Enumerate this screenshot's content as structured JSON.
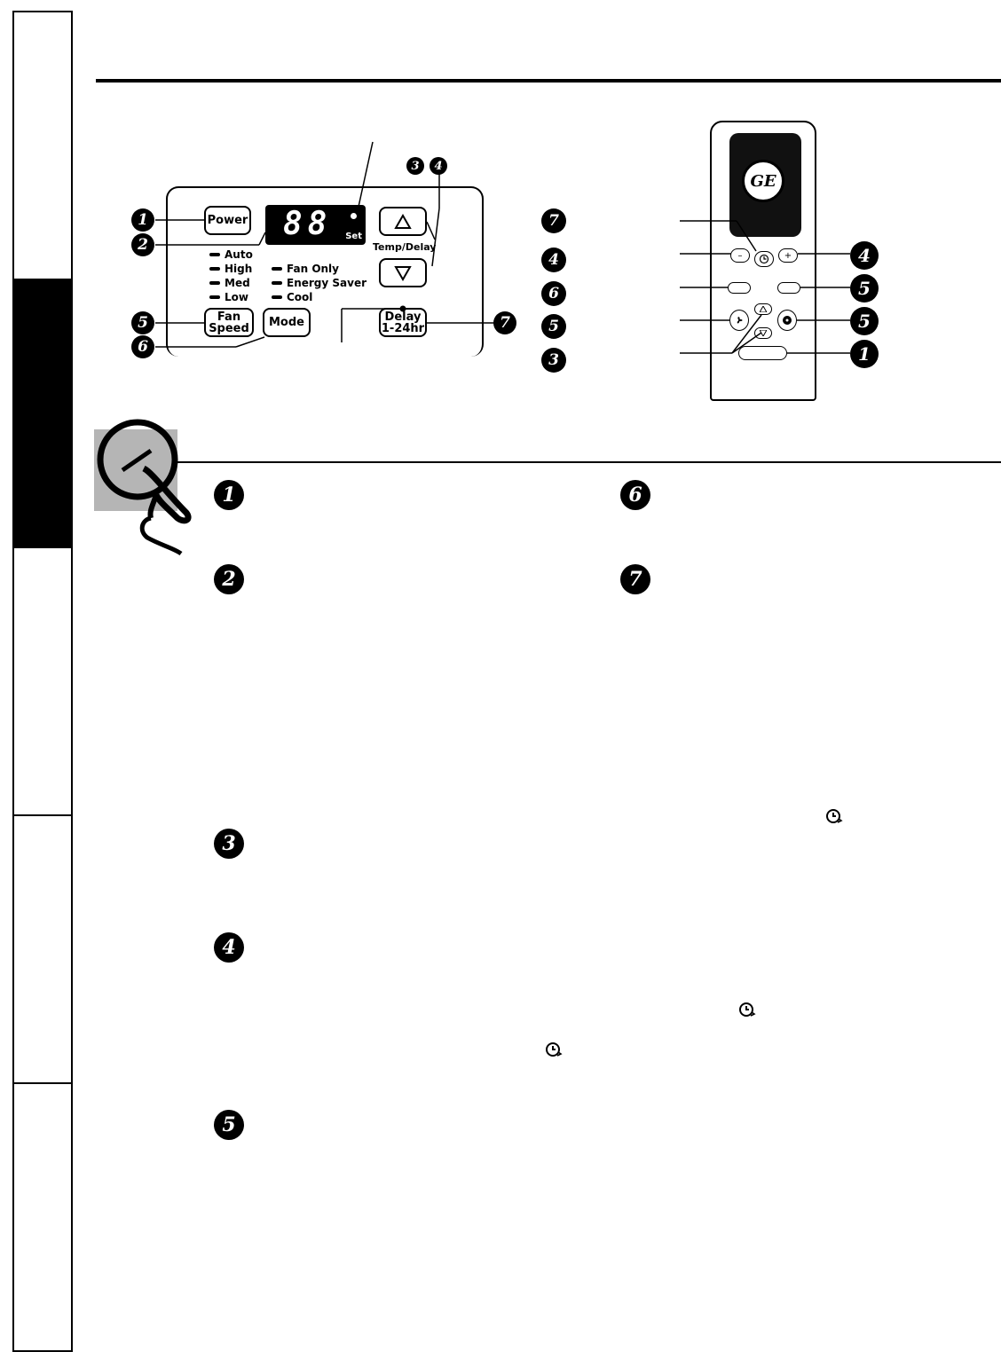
{
  "control_panel": {
    "power_label": "Power",
    "display_digits": "88",
    "display_set_label": "Set",
    "temp_delay_label": "Temp/Delay",
    "fan_speed_label": [
      "Fan",
      "Speed"
    ],
    "mode_label": "Mode",
    "delay_label": [
      "Delay",
      "1-24hr"
    ],
    "fan_indicators": [
      "Auto",
      "High",
      "Med",
      "Low"
    ],
    "mode_indicators": [
      "Fan Only",
      "Energy Saver",
      "Cool"
    ]
  },
  "callouts": {
    "panel": [
      "1",
      "2",
      "3",
      "4",
      "5",
      "6",
      "7"
    ],
    "remote_left": [
      "7",
      "4",
      "6",
      "5",
      "3"
    ],
    "remote_right": [
      "4",
      "5",
      "5",
      "1"
    ]
  },
  "remote": {
    "logo": "GE"
  },
  "sections": [
    "1",
    "2",
    "3",
    "4",
    "5",
    "6",
    "7"
  ]
}
